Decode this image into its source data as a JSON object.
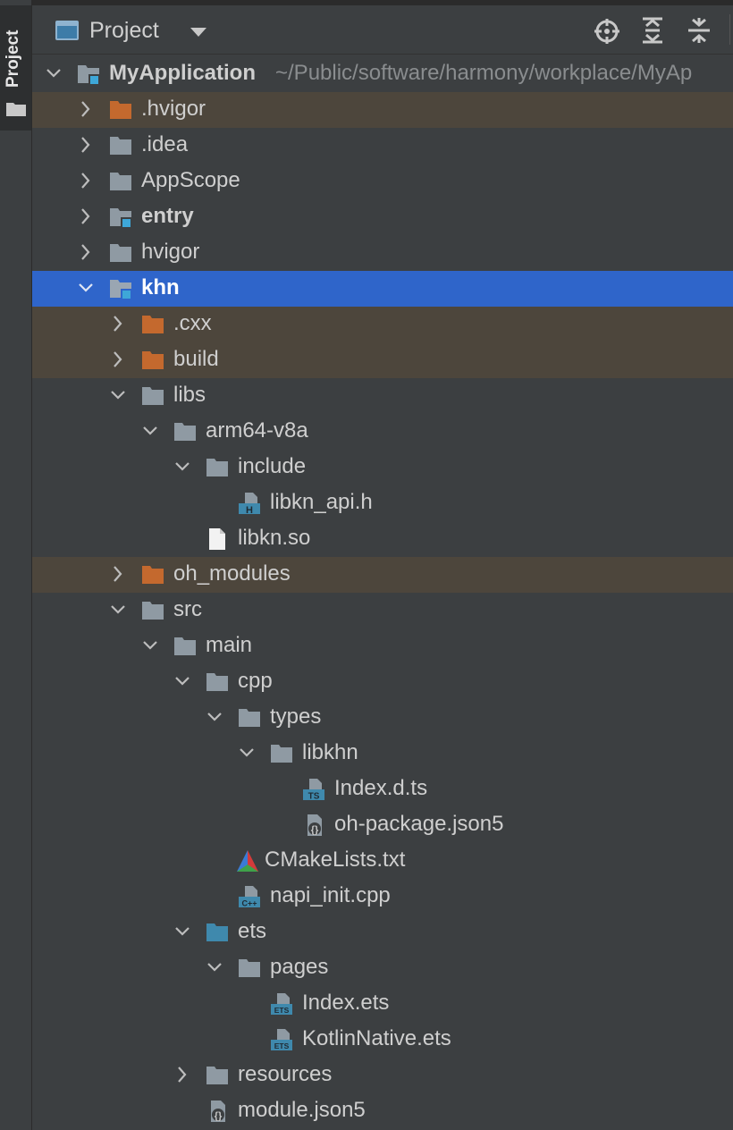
{
  "sidebar": {
    "tab_label": "Project"
  },
  "header": {
    "title": "Project"
  },
  "tree": {
    "root": {
      "name": "MyApplication",
      "path": "~/Public/software/harmony/workplace/MyAp"
    },
    "hvigor_dir": ".hvigor",
    "idea_dir": ".idea",
    "appscope_dir": "AppScope",
    "entry_module": "entry",
    "hvigor": "hvigor",
    "khn_module": "khn",
    "cxx_dir": ".cxx",
    "build_dir": "build",
    "libs_dir": "libs",
    "arm64_dir": "arm64-v8a",
    "include_dir": "include",
    "libkn_api_h": "libkn_api.h",
    "libkn_so": "libkn.so",
    "oh_modules_dir": "oh_modules",
    "src_dir": "src",
    "main_dir": "main",
    "cpp_dir": "cpp",
    "types_dir": "types",
    "libkhn_dir": "libkhn",
    "index_dts": "Index.d.ts",
    "oh_package_json5": "oh-package.json5",
    "cmakelists": "CMakeLists.txt",
    "napi_init": "napi_init.cpp",
    "ets_dir": "ets",
    "pages_dir": "pages",
    "index_ets": "Index.ets",
    "kotlinnative_ets": "KotlinNative.ets",
    "resources_dir": "resources",
    "module_json5": "module.json5"
  },
  "colors": {
    "background": "#3c3f41",
    "selection": "#2f65ca",
    "excluded_highlight": "#4d463c",
    "excluded_folder": "#c4692e",
    "folder": "#8f9aa3",
    "module_badge": "#3ea7d8",
    "source_folder": "#3f89ad"
  }
}
